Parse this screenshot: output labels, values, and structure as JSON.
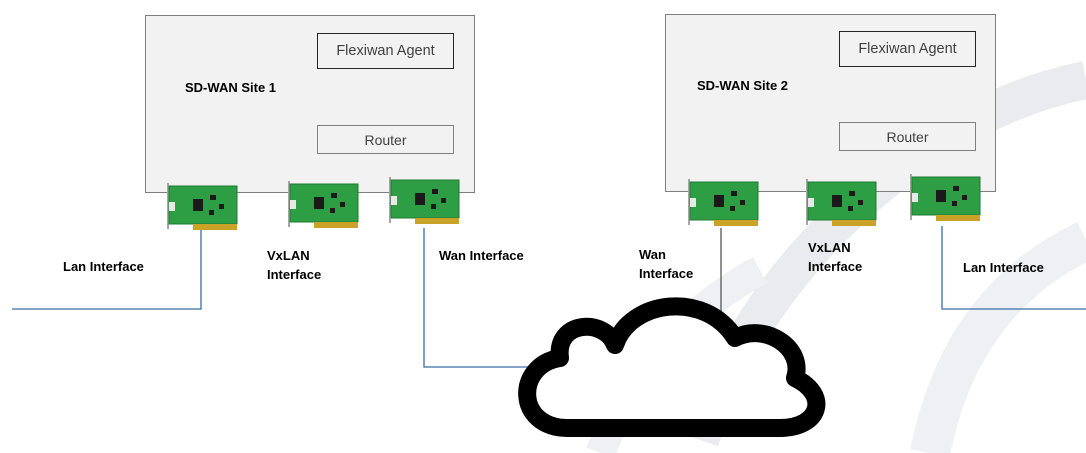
{
  "site1": {
    "title": "SD-WAN Site 1",
    "agent_label": "Flexiwan Agent",
    "router_label": "Router",
    "lan_label": "Lan Interface",
    "vxlan_label_line1": "VxLAN",
    "vxlan_label_line2": "Interface",
    "wan_label": "Wan Interface"
  },
  "site2": {
    "title": "SD-WAN Site 2",
    "agent_label": "Flexiwan Agent",
    "router_label": "Router",
    "wan_label_line1": "Wan",
    "wan_label_line2": "Interface",
    "vxlan_label_line1": "VxLAN",
    "vxlan_label_line2": "Interface",
    "lan_label": "Lan Interface"
  },
  "colors": {
    "box_fill": "#f2f2f2",
    "box_border": "#7f7f7f",
    "nic_board": "#2e9e45",
    "nic_connector": "#c9a227",
    "link_line": "#3a6ea5",
    "cloud": "#000000",
    "watermark": "#e9ebef"
  },
  "icons": [
    "network-card-icon",
    "cloud-icon"
  ]
}
